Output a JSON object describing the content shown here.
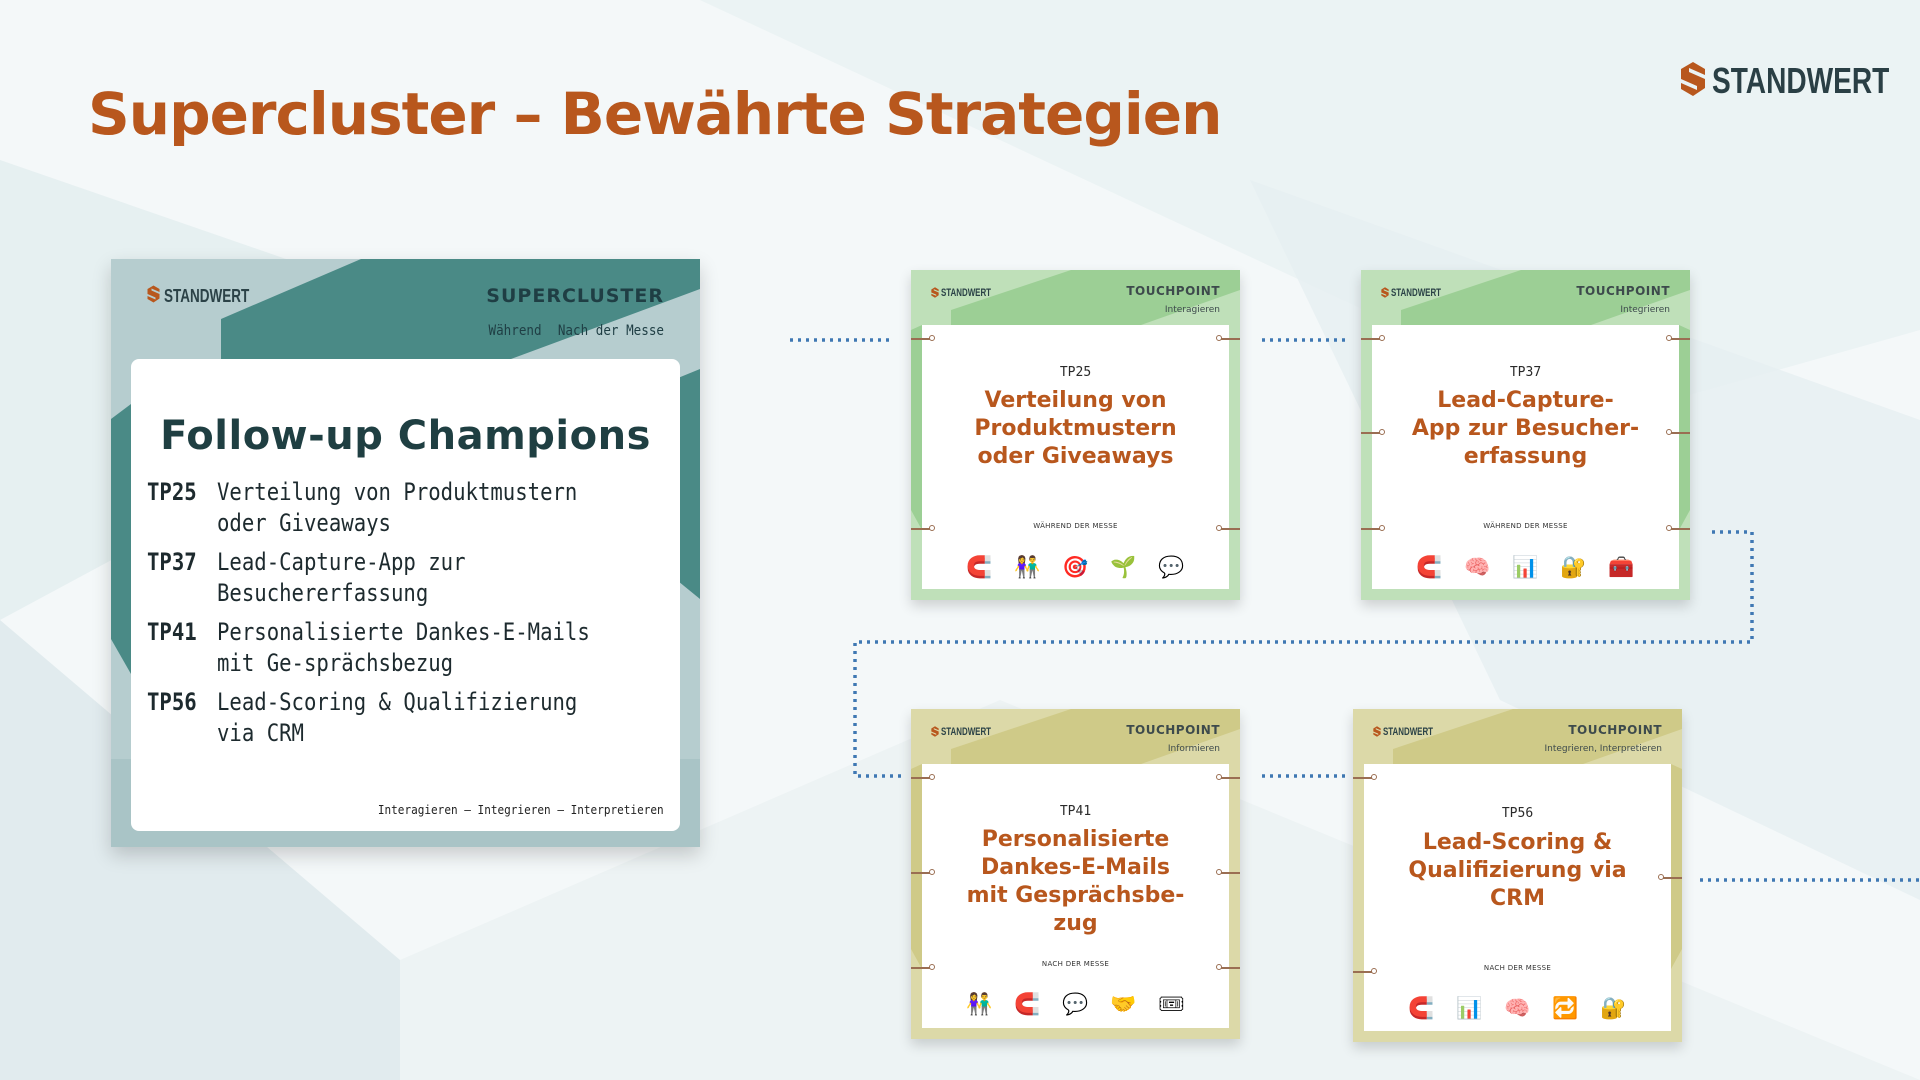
{
  "slide": {
    "title": "Supercluster – Bewährte Strategien"
  },
  "brand": {
    "name": "STANDWERT",
    "icon": "standwert-s-logo-icon",
    "color": "#b8571d"
  },
  "cluster": {
    "brand": "STANDWERT",
    "kind": "SUPERCLUSTER",
    "phases": [
      "Während",
      "Nach der Messe"
    ],
    "title": "Follow-up Champions",
    "items": [
      {
        "code": "TP25",
        "text": "Verteilung von Produktmustern oder Giveaways"
      },
      {
        "code": "TP37",
        "text": "Lead-Capture-App zur Besuchererfassung"
      },
      {
        "code": "TP41",
        "text": "Personalisierte Dankes-E-Mails mit Ge-sprächsbezug"
      },
      {
        "code": "TP56",
        "text": "Lead-Scoring & Qualifizierung via CRM"
      }
    ],
    "footer": "Interagieren – Integrieren – Interpretieren",
    "colors": {
      "background": "#b6cdcf",
      "accent": "#4a8a86"
    }
  },
  "touchpoints": [
    {
      "brand": "STANDWERT",
      "kind": "TOUCHPOINT",
      "phase": "Interagieren",
      "code": "TP25",
      "title": "Verteilung von\nProduktmustern\noder Giveaways",
      "timing": "WÄHREND DER MESSE",
      "icons": [
        {
          "name": "magnet-icon",
          "glyph": "🧲"
        },
        {
          "name": "people-icon",
          "glyph": "👫"
        },
        {
          "name": "target-icon",
          "glyph": "🎯"
        },
        {
          "name": "sprout-icon",
          "glyph": "🌱"
        },
        {
          "name": "speech-bubble-icon",
          "glyph": "💬"
        }
      ],
      "color": "#bfe0b9"
    },
    {
      "brand": "STANDWERT",
      "kind": "TOUCHPOINT",
      "phase": "Integrieren",
      "code": "TP37",
      "title": "Lead-Capture-\nApp zur Besucher-\nerfassung",
      "timing": "WÄHREND DER MESSE",
      "icons": [
        {
          "name": "magnet-icon",
          "glyph": "🧲"
        },
        {
          "name": "brain-icon",
          "glyph": "🧠"
        },
        {
          "name": "bar-chart-icon",
          "glyph": "📊"
        },
        {
          "name": "lock-key-icon",
          "glyph": "🔐"
        },
        {
          "name": "toolbox-icon",
          "glyph": "🧰"
        }
      ],
      "color": "#bfe0b9"
    },
    {
      "brand": "STANDWERT",
      "kind": "TOUCHPOINT",
      "phase": "Informieren",
      "code": "TP41",
      "title": "Personalisierte\nDankes-E-Mails\nmit Gesprächsbe-\nzug",
      "timing": "NACH DER MESSE",
      "icons": [
        {
          "name": "people-icon",
          "glyph": "👫"
        },
        {
          "name": "magnet-icon",
          "glyph": "🧲"
        },
        {
          "name": "speech-bubble-icon",
          "glyph": "💬"
        },
        {
          "name": "handshake-icon",
          "glyph": "🤝"
        },
        {
          "name": "ticket-icon",
          "glyph": "🎟"
        }
      ],
      "color": "#dcd9a8"
    },
    {
      "brand": "STANDWERT",
      "kind": "TOUCHPOINT",
      "phase": "Integrieren, Interpretieren",
      "code": "TP56",
      "title": "Lead-Scoring &\nQualifizierung via\nCRM",
      "timing": "NACH DER MESSE",
      "icons": [
        {
          "name": "magnet-icon",
          "glyph": "🧲"
        },
        {
          "name": "bar-chart-icon",
          "glyph": "📊"
        },
        {
          "name": "brain-icon",
          "glyph": "🧠"
        },
        {
          "name": "repeat-icon",
          "glyph": "🔁"
        },
        {
          "name": "lock-key-icon",
          "glyph": "🔐"
        }
      ],
      "color": "#dcd9a8"
    }
  ]
}
